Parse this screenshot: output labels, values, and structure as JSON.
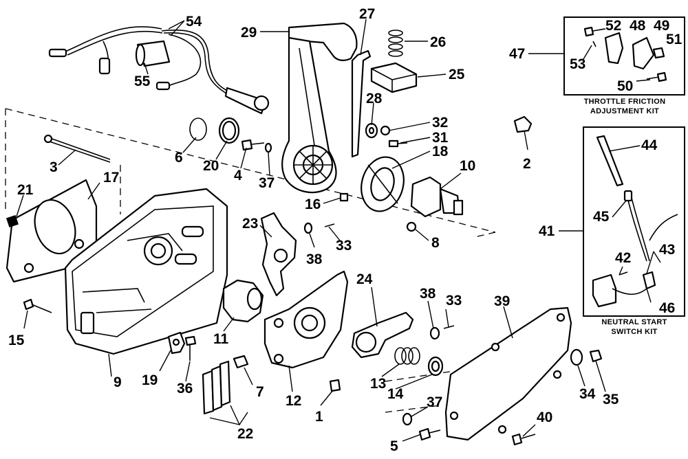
{
  "callouts": [
    "54",
    "27",
    "29",
    "26",
    "25",
    "55",
    "47",
    "52",
    "48",
    "49",
    "51",
    "53",
    "50",
    "28",
    "32",
    "31",
    "18",
    "10",
    "2",
    "44",
    "6",
    "20",
    "4",
    "37",
    "3",
    "21",
    "17",
    "16",
    "8",
    "41",
    "45",
    "23",
    "38",
    "33",
    "42",
    "43",
    "46",
    "24",
    "38",
    "33",
    "39",
    "15",
    "11",
    "19",
    "36",
    "9",
    "13",
    "14",
    "7",
    "12",
    "34",
    "35",
    "37",
    "1",
    "5",
    "40",
    "22"
  ],
  "kits": {
    "throttle_friction": [
      "THROTTLE FRICTION",
      "ADJUSTMENT KIT"
    ],
    "neutral_start": [
      "NEUTRAL START",
      "SWITCH KIT"
    ]
  }
}
